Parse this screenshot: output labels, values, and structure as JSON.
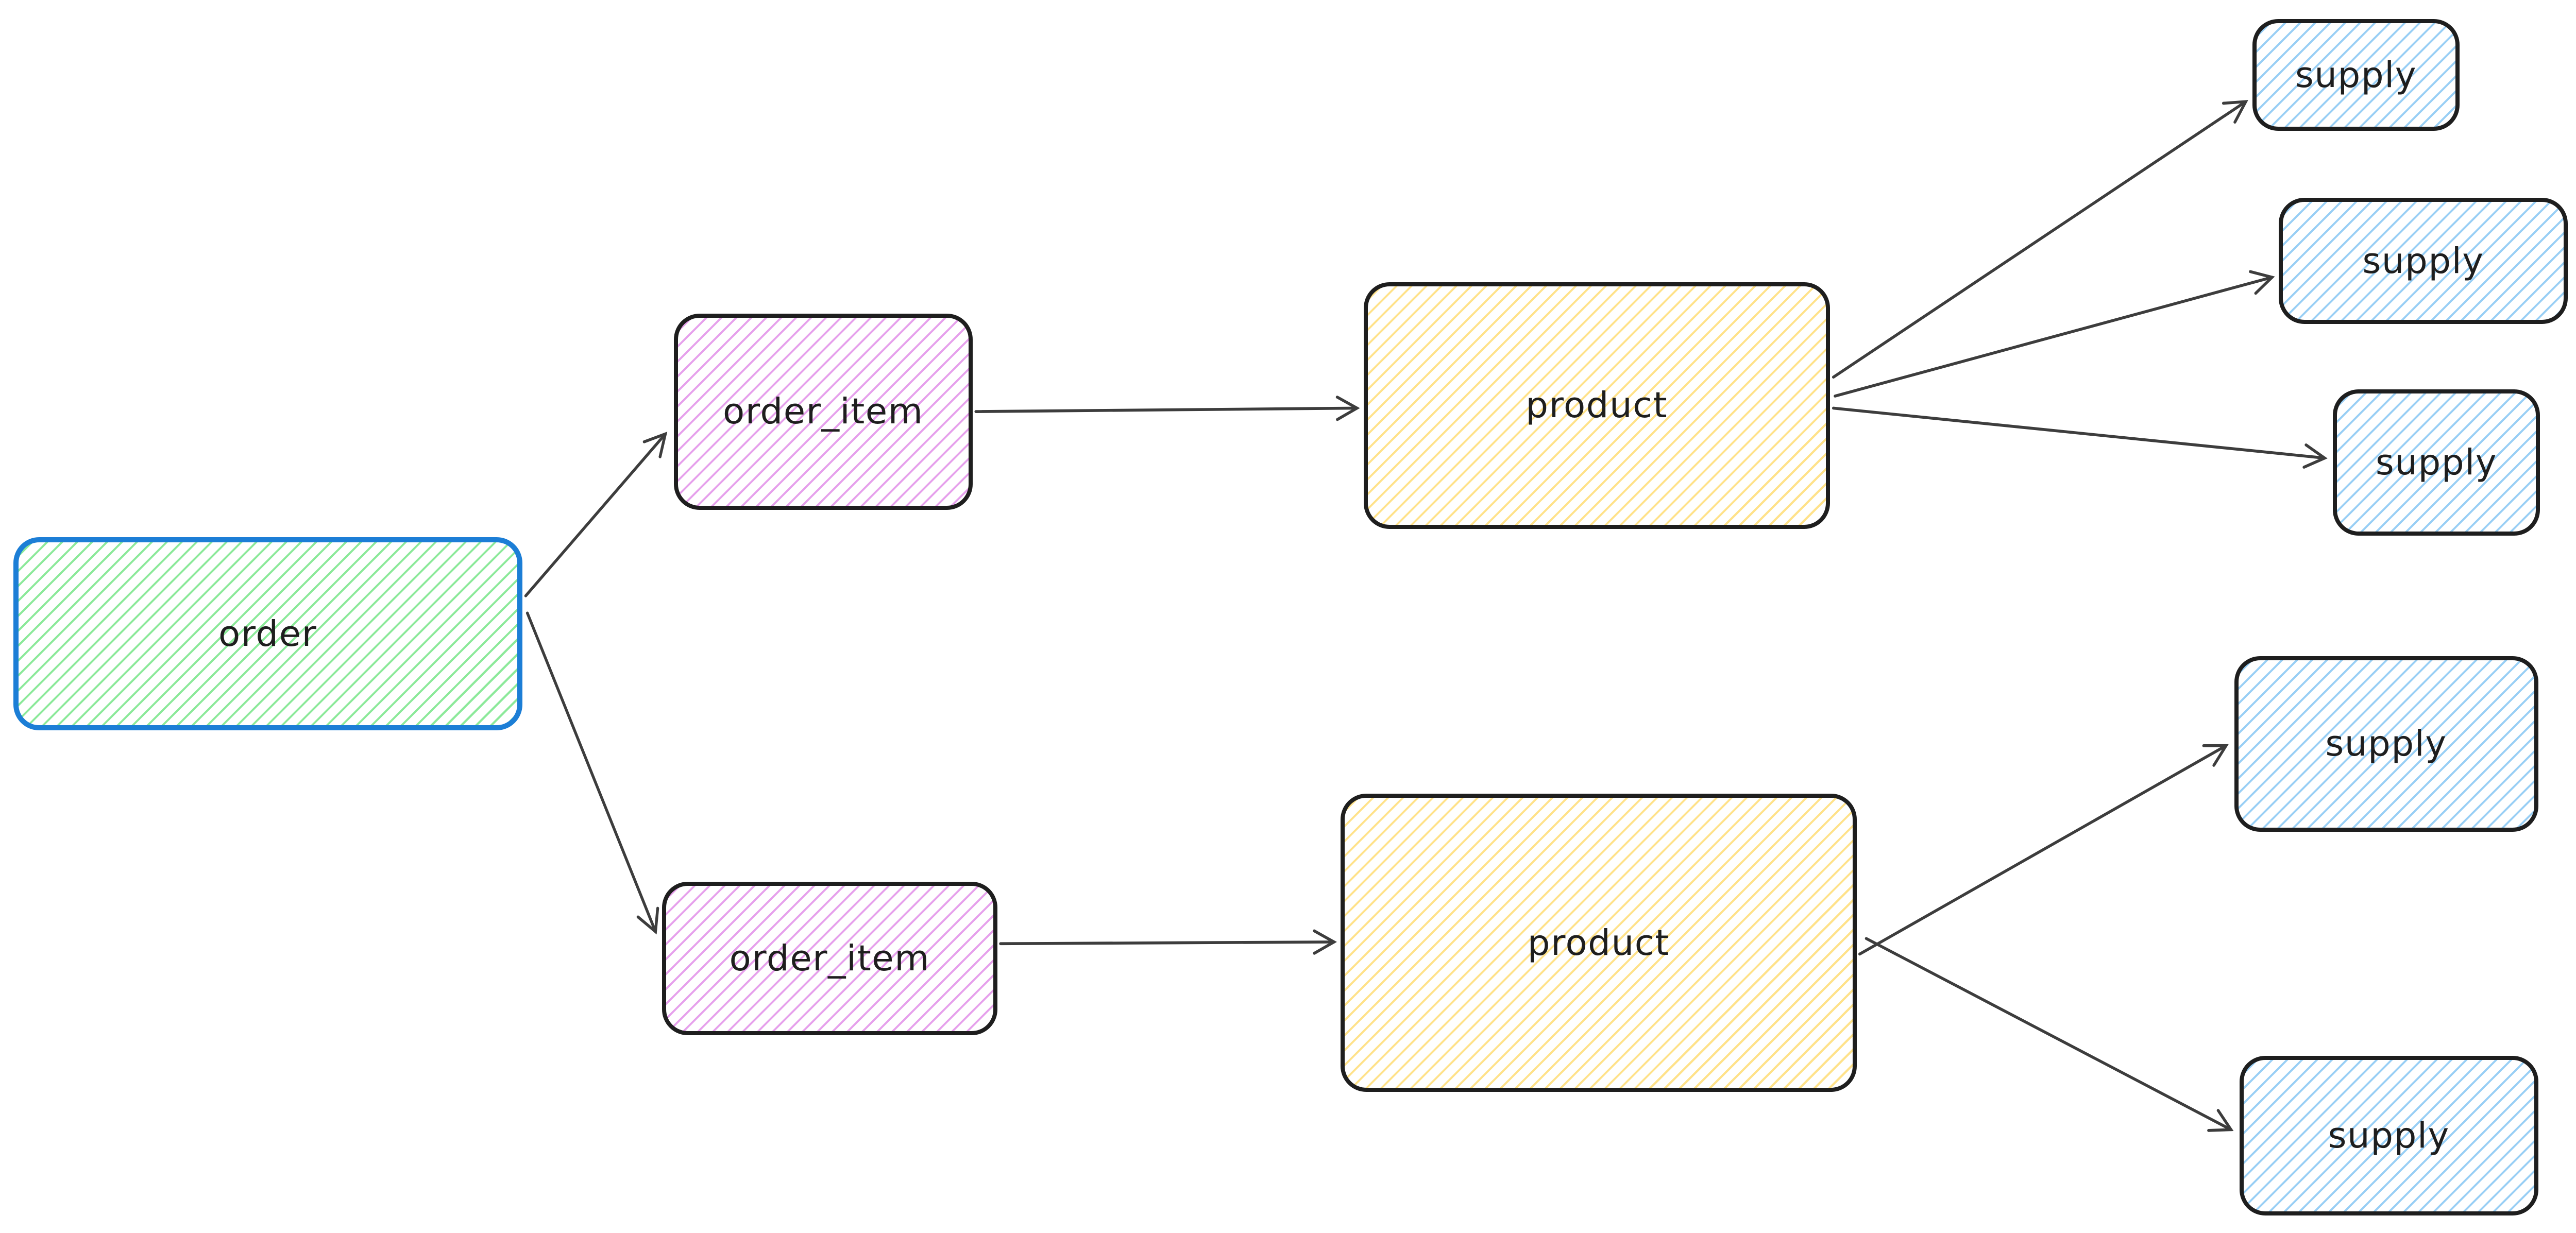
{
  "diagram": {
    "nodes": {
      "order": {
        "label": "order",
        "hatch": "#8ce99a",
        "stroke": "#1c7ed6"
      },
      "order_item_1": {
        "label": "order_item",
        "hatch": "#e6a1ec",
        "stroke": "#1e1e1e"
      },
      "order_item_2": {
        "label": "order_item",
        "hatch": "#e6a1ec",
        "stroke": "#1e1e1e"
      },
      "product_1": {
        "label": "product",
        "hatch": "#ffe28a",
        "stroke": "#1e1e1e"
      },
      "product_2": {
        "label": "product",
        "hatch": "#ffe28a",
        "stroke": "#1e1e1e"
      },
      "supply_1": {
        "label": "supply",
        "hatch": "#99cff5",
        "stroke": "#1e1e1e"
      },
      "supply_2": {
        "label": "supply",
        "hatch": "#99cff5",
        "stroke": "#1e1e1e"
      },
      "supply_3": {
        "label": "supply",
        "hatch": "#99cff5",
        "stroke": "#1e1e1e"
      },
      "supply_4": {
        "label": "supply",
        "hatch": "#99cff5",
        "stroke": "#1e1e1e"
      },
      "supply_5": {
        "label": "supply",
        "hatch": "#99cff5",
        "stroke": "#1e1e1e"
      }
    },
    "edges": [
      {
        "from": "order",
        "to": "order_item_1"
      },
      {
        "from": "order",
        "to": "order_item_2"
      },
      {
        "from": "order_item_1",
        "to": "product_1"
      },
      {
        "from": "order_item_2",
        "to": "product_2"
      },
      {
        "from": "product_1",
        "to": "supply_1"
      },
      {
        "from": "product_1",
        "to": "supply_2"
      },
      {
        "from": "product_1",
        "to": "supply_3"
      },
      {
        "from": "product_2",
        "to": "supply_4"
      },
      {
        "from": "product_2",
        "to": "supply_5"
      }
    ]
  },
  "colors": {
    "canvas": "#ffffff",
    "arrow": "#3d3d3d",
    "text": "#1e1e1e"
  }
}
